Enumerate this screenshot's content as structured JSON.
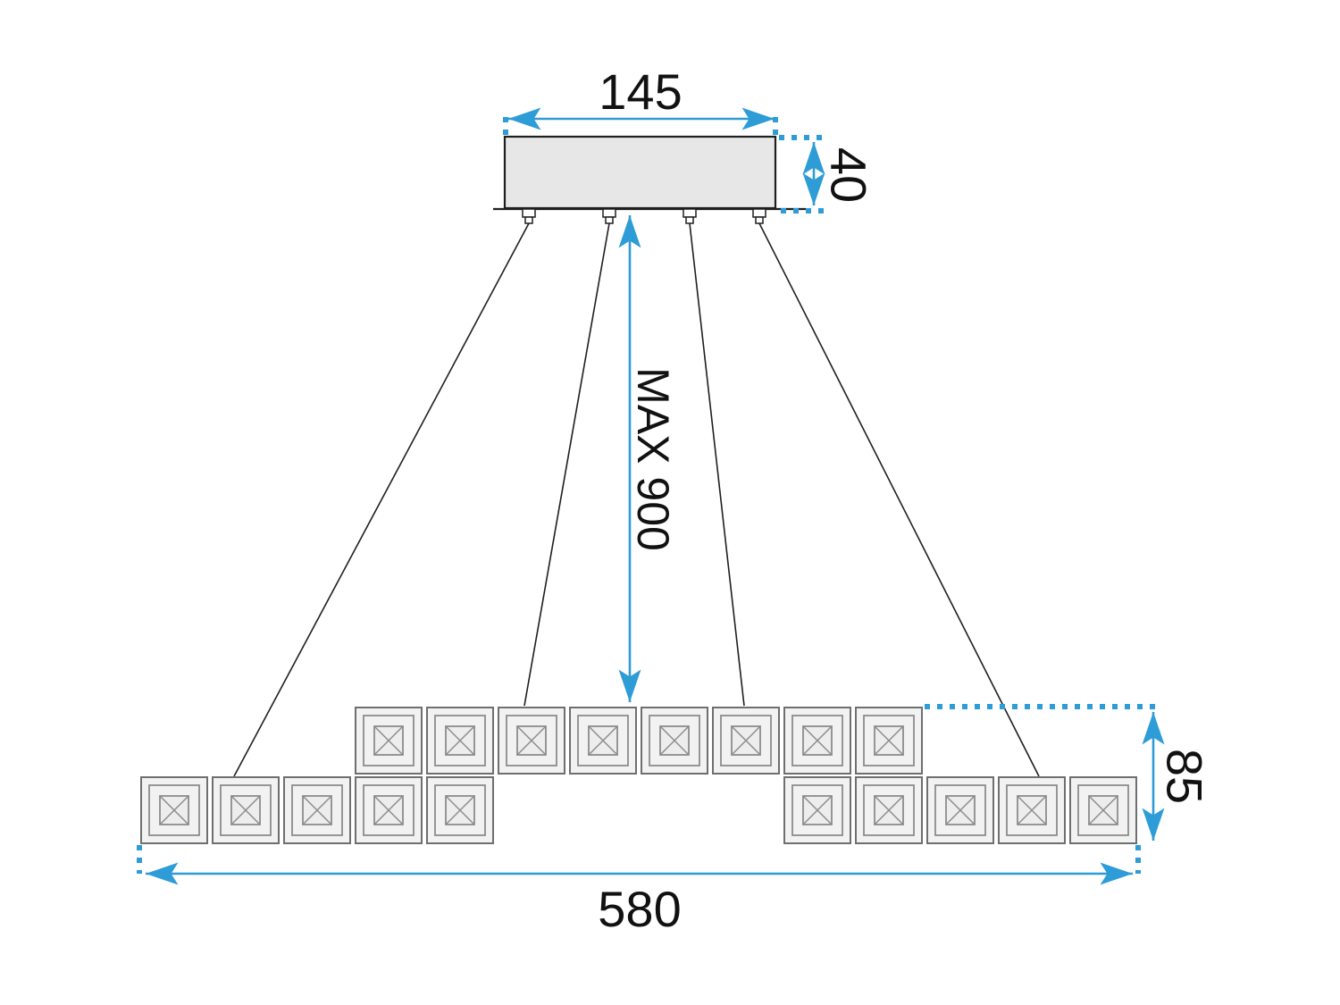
{
  "diagram": {
    "type": "technical-dimension-drawing",
    "subject": "crystal pendant ceiling lamp",
    "labels": {
      "canopy_width": "145",
      "canopy_height": "40",
      "max_suspension": "MAX 900",
      "fixture_height": "85",
      "fixture_width": "580"
    },
    "colors": {
      "dimension": "#2E9CD6",
      "outline": "#1f1f1f",
      "canopy-fill": "#e7e7e7",
      "crystal-fill": "#f2f2f2",
      "crystal-stroke": "#6f6f6f",
      "crystal-inner-stroke": "#8c8c8c",
      "background": "#ffffff"
    },
    "crystal_count": 18,
    "crystal_rows": [
      {
        "name": "upper",
        "count": 8
      },
      {
        "name": "lower-left",
        "count": 5
      },
      {
        "name": "lower-right",
        "count": 5
      }
    ],
    "suspension_wires": 4
  }
}
